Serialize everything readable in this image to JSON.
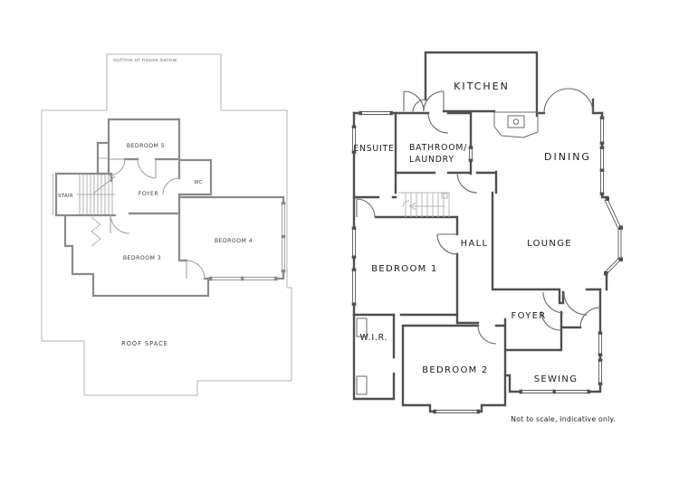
{
  "colors": {
    "background": "#ffffff",
    "wall_ground": "#4f4f4f",
    "wall_upper": "#8a8a8a",
    "house_outline": "#b3b3b3",
    "label_text": "#1b1b1b",
    "stair_faint": "#b8b8b8"
  },
  "upper_floor": {
    "outline_note": "outline of house below.",
    "rooms": [
      {
        "id": "bedroom5",
        "label": "BEDROOM 5"
      },
      {
        "id": "stair",
        "label": "STAIR"
      },
      {
        "id": "foyer",
        "label": "FOYER"
      },
      {
        "id": "wc",
        "label": "WC"
      },
      {
        "id": "bedroom3",
        "label": "BEDROOM 3"
      },
      {
        "id": "bedroom4",
        "label": "BEDROOM 4"
      },
      {
        "id": "roof-space",
        "label": "ROOF SPACE"
      }
    ]
  },
  "ground_floor": {
    "rooms": [
      {
        "id": "kitchen",
        "label": "KITCHEN"
      },
      {
        "id": "ensuite",
        "label": "ENSUITE"
      },
      {
        "id": "bathroom-laundry",
        "label_line1": "BATHROOM/",
        "label_line2": "LAUNDRY"
      },
      {
        "id": "dining",
        "label": "DINING"
      },
      {
        "id": "hall",
        "label": "HALL"
      },
      {
        "id": "lounge",
        "label": "LOUNGE"
      },
      {
        "id": "bedroom1",
        "label": "BEDROOM 1"
      },
      {
        "id": "foyer",
        "label": "FOYER"
      },
      {
        "id": "wir",
        "label": "W.I.R."
      },
      {
        "id": "bedroom2",
        "label": "BEDROOM 2"
      },
      {
        "id": "sewing",
        "label": "SEWING"
      }
    ]
  },
  "footer": {
    "disclaimer": "Not to scale, indicative only."
  }
}
